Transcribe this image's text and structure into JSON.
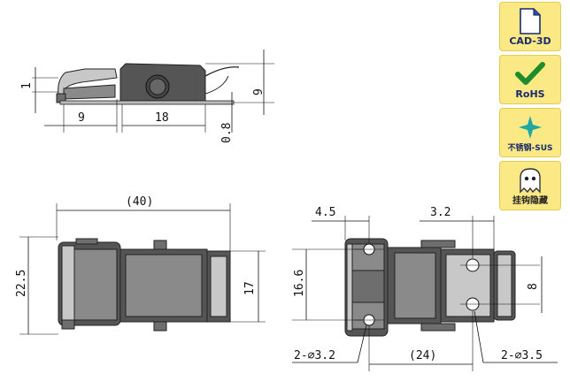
{
  "dimensions": {
    "side_view": {
      "height_left": "1",
      "width_a": "9",
      "width_b": "18",
      "height_right": "9",
      "thickness": "0.8"
    },
    "top_view": {
      "overall_width": "(40)",
      "overall_height": "22.5",
      "inner_height": "17"
    },
    "hole_view": {
      "left_offset": "4.5",
      "right_offset": "3.2",
      "height": "16.6",
      "right_spacing": "8",
      "hole_pitch": "(24)",
      "left_holes": "2-∅3.2",
      "right_holes": "2-∅3.5"
    }
  },
  "badges": [
    {
      "label": "CAD-3D",
      "icon": "document-icon",
      "color": "#1a2a6b"
    },
    {
      "label": "RoHS",
      "icon": "checkmark-icon",
      "color": "#1e8c2a"
    },
    {
      "label": "不锈钢-SUS",
      "icon": "sparkle-icon",
      "color": "#1fa8a0"
    },
    {
      "label": "挂钩隐藏",
      "icon": "ghost-icon",
      "color": "#333333"
    }
  ]
}
